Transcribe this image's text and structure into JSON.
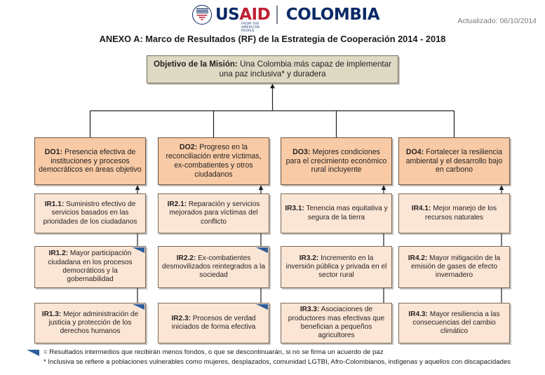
{
  "header": {
    "logo": {
      "seal_icon": "usaid-seal-icon",
      "word_us": "US",
      "word_aid": "AID",
      "tagline": "FROM THE AMERICAN PEOPLE",
      "country": "COLOMBIA"
    },
    "updated": "Actualizado: 06/10/2014",
    "title": "ANEXO A: Marco de Resultados (RF) de la Estrategia de Cooperación 2014 - 2018"
  },
  "mission": {
    "label": "Objetivo de la Misión:",
    "text": "Una Colombia más capaz de implementar una paz inclusiva* y duradera"
  },
  "columns": [
    {
      "do": {
        "code": "DO1:",
        "text": "Presencia efectiva de instituciones y procesos democráticos en áreas objetivo"
      },
      "irs": [
        {
          "code": "IR1.1:",
          "text": "Suministro efectivo de servicios basados en las prioridades de los ciudadanos",
          "flag": false
        },
        {
          "code": "IR1.2:",
          "text": "Mayor participación ciudadana en los procesos democráticos y la gobernabilidad",
          "flag": true
        },
        {
          "code": "IR1.3:",
          "text": "Mejor administración de justicia y protección de los derechos humanos",
          "flag": true
        }
      ]
    },
    {
      "do": {
        "code": "DO2:",
        "text": "Progreso en la reconciliación entre víctimas, ex-combatientes y otros ciudadanos"
      },
      "irs": [
        {
          "code": "IR2.1:",
          "text": "Reparación y servicios mejorados para víctimas del conflicto",
          "flag": false
        },
        {
          "code": "IR2.2:",
          "text": "Ex-combatientes desmovilizados reintegrados a la sociedad",
          "flag": true
        },
        {
          "code": "IR2.3:",
          "text": "Procesos de verdad iniciados de forma efectiva",
          "flag": true
        }
      ]
    },
    {
      "do": {
        "code": "DO3:",
        "text": "Mejores condiciones para el crecimiento económico rural incluyente"
      },
      "irs": [
        {
          "code": "IR3.1:",
          "text": "Tenencia mas equitativa y segura de la tierra",
          "flag": false
        },
        {
          "code": "IR3.2:",
          "text": "Incremento en la inversión pública y privada en el sector rural",
          "flag": false
        },
        {
          "code": "IR3.3:",
          "text": "Asociaciones de productores mas efectivas que benefician a pequeños agricultores",
          "flag": false
        }
      ]
    },
    {
      "do": {
        "code": "DO4:",
        "text": "Fortalecer la resiliencia ambiental y el desarrollo bajo en carbono"
      },
      "irs": [
        {
          "code": "IR4.1:",
          "text": "Mejor manejo de los recursos naturales",
          "flag": false
        },
        {
          "code": "IR4.2:",
          "text": "Mayor mitigación de la emisión de gases de efecto invernadero",
          "flag": false
        },
        {
          "code": "IR4.3:",
          "text": "Mayor resiliencia a las consecuencias del cambio climático",
          "flag": false
        }
      ]
    }
  ],
  "legend": {
    "triangle_icon": "blue-corner-triangle-icon",
    "line1": "= Resultados intermedios que recibirán menos fondos, o que se descontinuarán, si no se firma un acuerdo de paz",
    "line2": "* Inclusiva se refiere a poblaciones vulnerables como mujeres, desplazados, comunidad LGTBI, Afro-Colombianos, indígenas y aquellos con discapacidades"
  },
  "colors": {
    "mission_fill": "#ddd9c3",
    "do_fill": "#f8cba6",
    "ir_fill": "#fbe5d4",
    "flag_blue": "#2e5f9e",
    "usaid_blue": "#0a2a66",
    "usaid_red": "#bf2033"
  }
}
